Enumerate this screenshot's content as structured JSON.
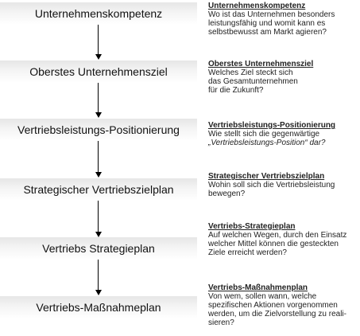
{
  "steps": [
    {
      "label": "Unternehmenskompetenz",
      "title": "Unternehmenskompetenz",
      "lines": [
        "Wo ist das Unternehmen besonders",
        "leistungsfähig und womit kann es",
        "selbstbewusst am Markt agieren?"
      ]
    },
    {
      "label": "Oberstes Unternehmensziel",
      "title": "Oberstes Unternehmensziel",
      "lines": [
        "Welches Ziel steckt sich",
        "das Gesamtunternehmen",
        "für die Zukunft?"
      ]
    },
    {
      "label": "Vertriebsleistungs-Positionierung",
      "title": "Vertriebsleistungs-Positionierung",
      "lines": [
        "Wie stellt sich die gegenwärtige",
        "„Vertriebsleistungs-Position“ dar?"
      ]
    },
    {
      "label": "Strategischer Vertriebszielplan",
      "title": "Strategischer Vertriebszielplan",
      "lines": [
        "Wohin soll sich die Vertriebsleistung",
        "bewegen?"
      ]
    },
    {
      "label": "Vertriebs Strategieplan",
      "title": "Vertriebs-Strategieplan",
      "lines": [
        "Auf welchen Wegen, durch den Einsatz",
        "welcher Mittel können die gesteckten",
        "Ziele erreicht werden?"
      ]
    },
    {
      "label": "Vertriebs-Maßnahmeplan",
      "title": "Vertriebs-Maßnahmenplan",
      "lines": [
        "Von wem, sollen wann, welche",
        "spezifischen Aktionen vorgenommen",
        "werden, um die Zielvorstellung zu reali-",
        "sieren?"
      ]
    }
  ]
}
